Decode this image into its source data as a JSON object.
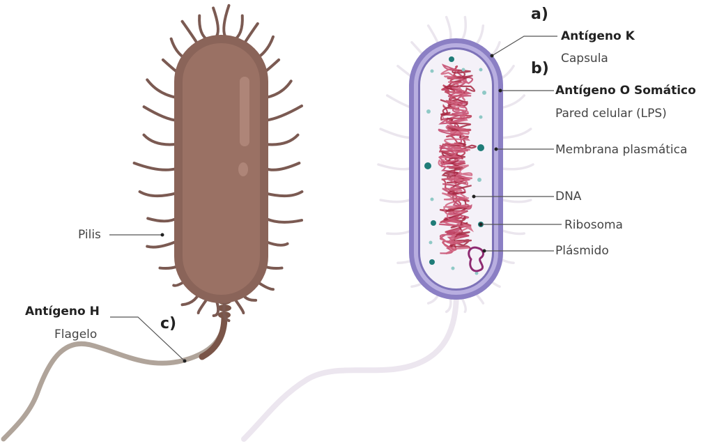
{
  "labels": {
    "letter_a": "a)",
    "letter_b": "b)",
    "letter_c": "c)",
    "antigen_k": "Antígeno K",
    "capsule": "Capsula",
    "antigen_o": "Antígeno O Somático",
    "cell_wall": "Pared celular (LPS)",
    "membrane": "Membrana plasmática",
    "dna": "DNA",
    "ribosome": "Ribosoma",
    "plasmid": "Plásmido",
    "pilis": "Pilis",
    "antigen_h": "Antígeno H",
    "flagellum": "Flagelo"
  },
  "colors": {
    "body_brown": "#8a6459",
    "body_highlight": "#a07a6c",
    "pili": "#7b5a52",
    "flagellum": "#a89c92",
    "capsule_purple": "#8b7fc4",
    "cytoplasm": "#f4f1f8",
    "dna_red": "#b8324f",
    "ribosome_teal": "#1f7c78",
    "plasmid_purple": "#8e2a72",
    "leader": "#555555"
  }
}
